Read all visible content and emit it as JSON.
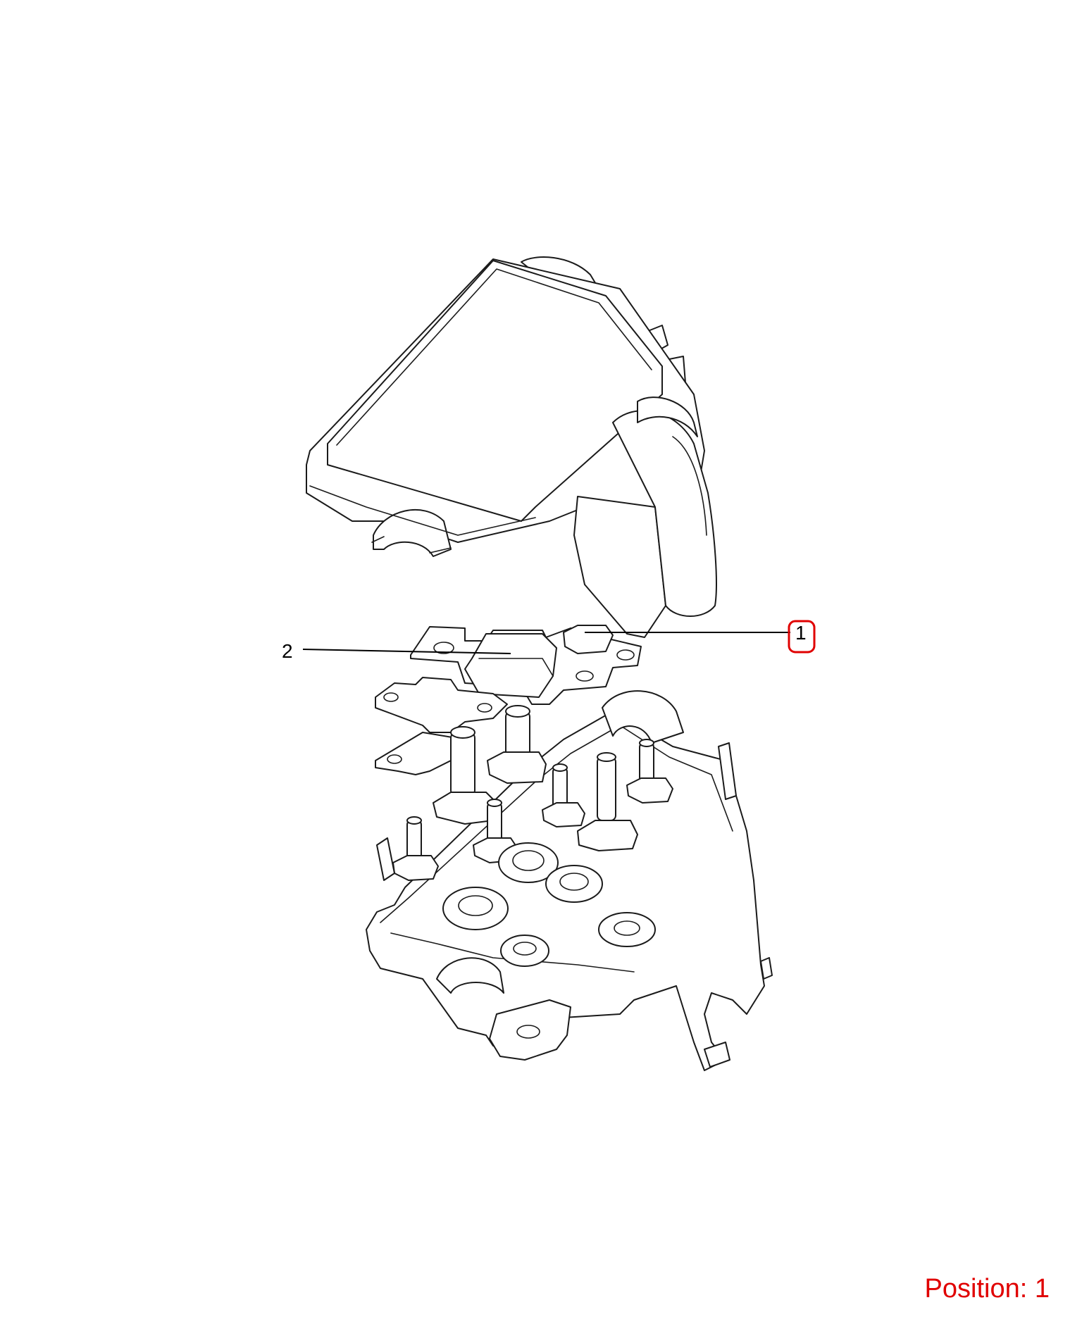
{
  "callouts": [
    {
      "number": "1",
      "highlighted": true
    },
    {
      "number": "2",
      "highlighted": false
    }
  ],
  "position": {
    "label": "Position:",
    "value": "1"
  },
  "colors": {
    "highlight": "#e00000",
    "line": "#1a1a1a"
  }
}
